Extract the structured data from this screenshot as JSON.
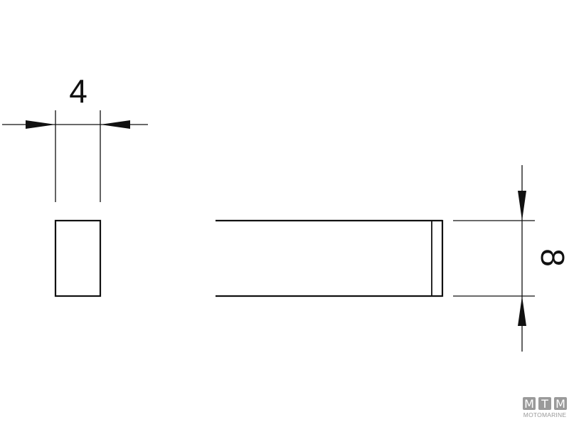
{
  "drawing": {
    "width_dimension": "4",
    "height_dimension": "8",
    "line_color": "#111111"
  },
  "logo": {
    "letters": [
      "M",
      "T",
      "M"
    ],
    "text": "MOTOMARINE",
    "color": "#9a9a9a"
  }
}
